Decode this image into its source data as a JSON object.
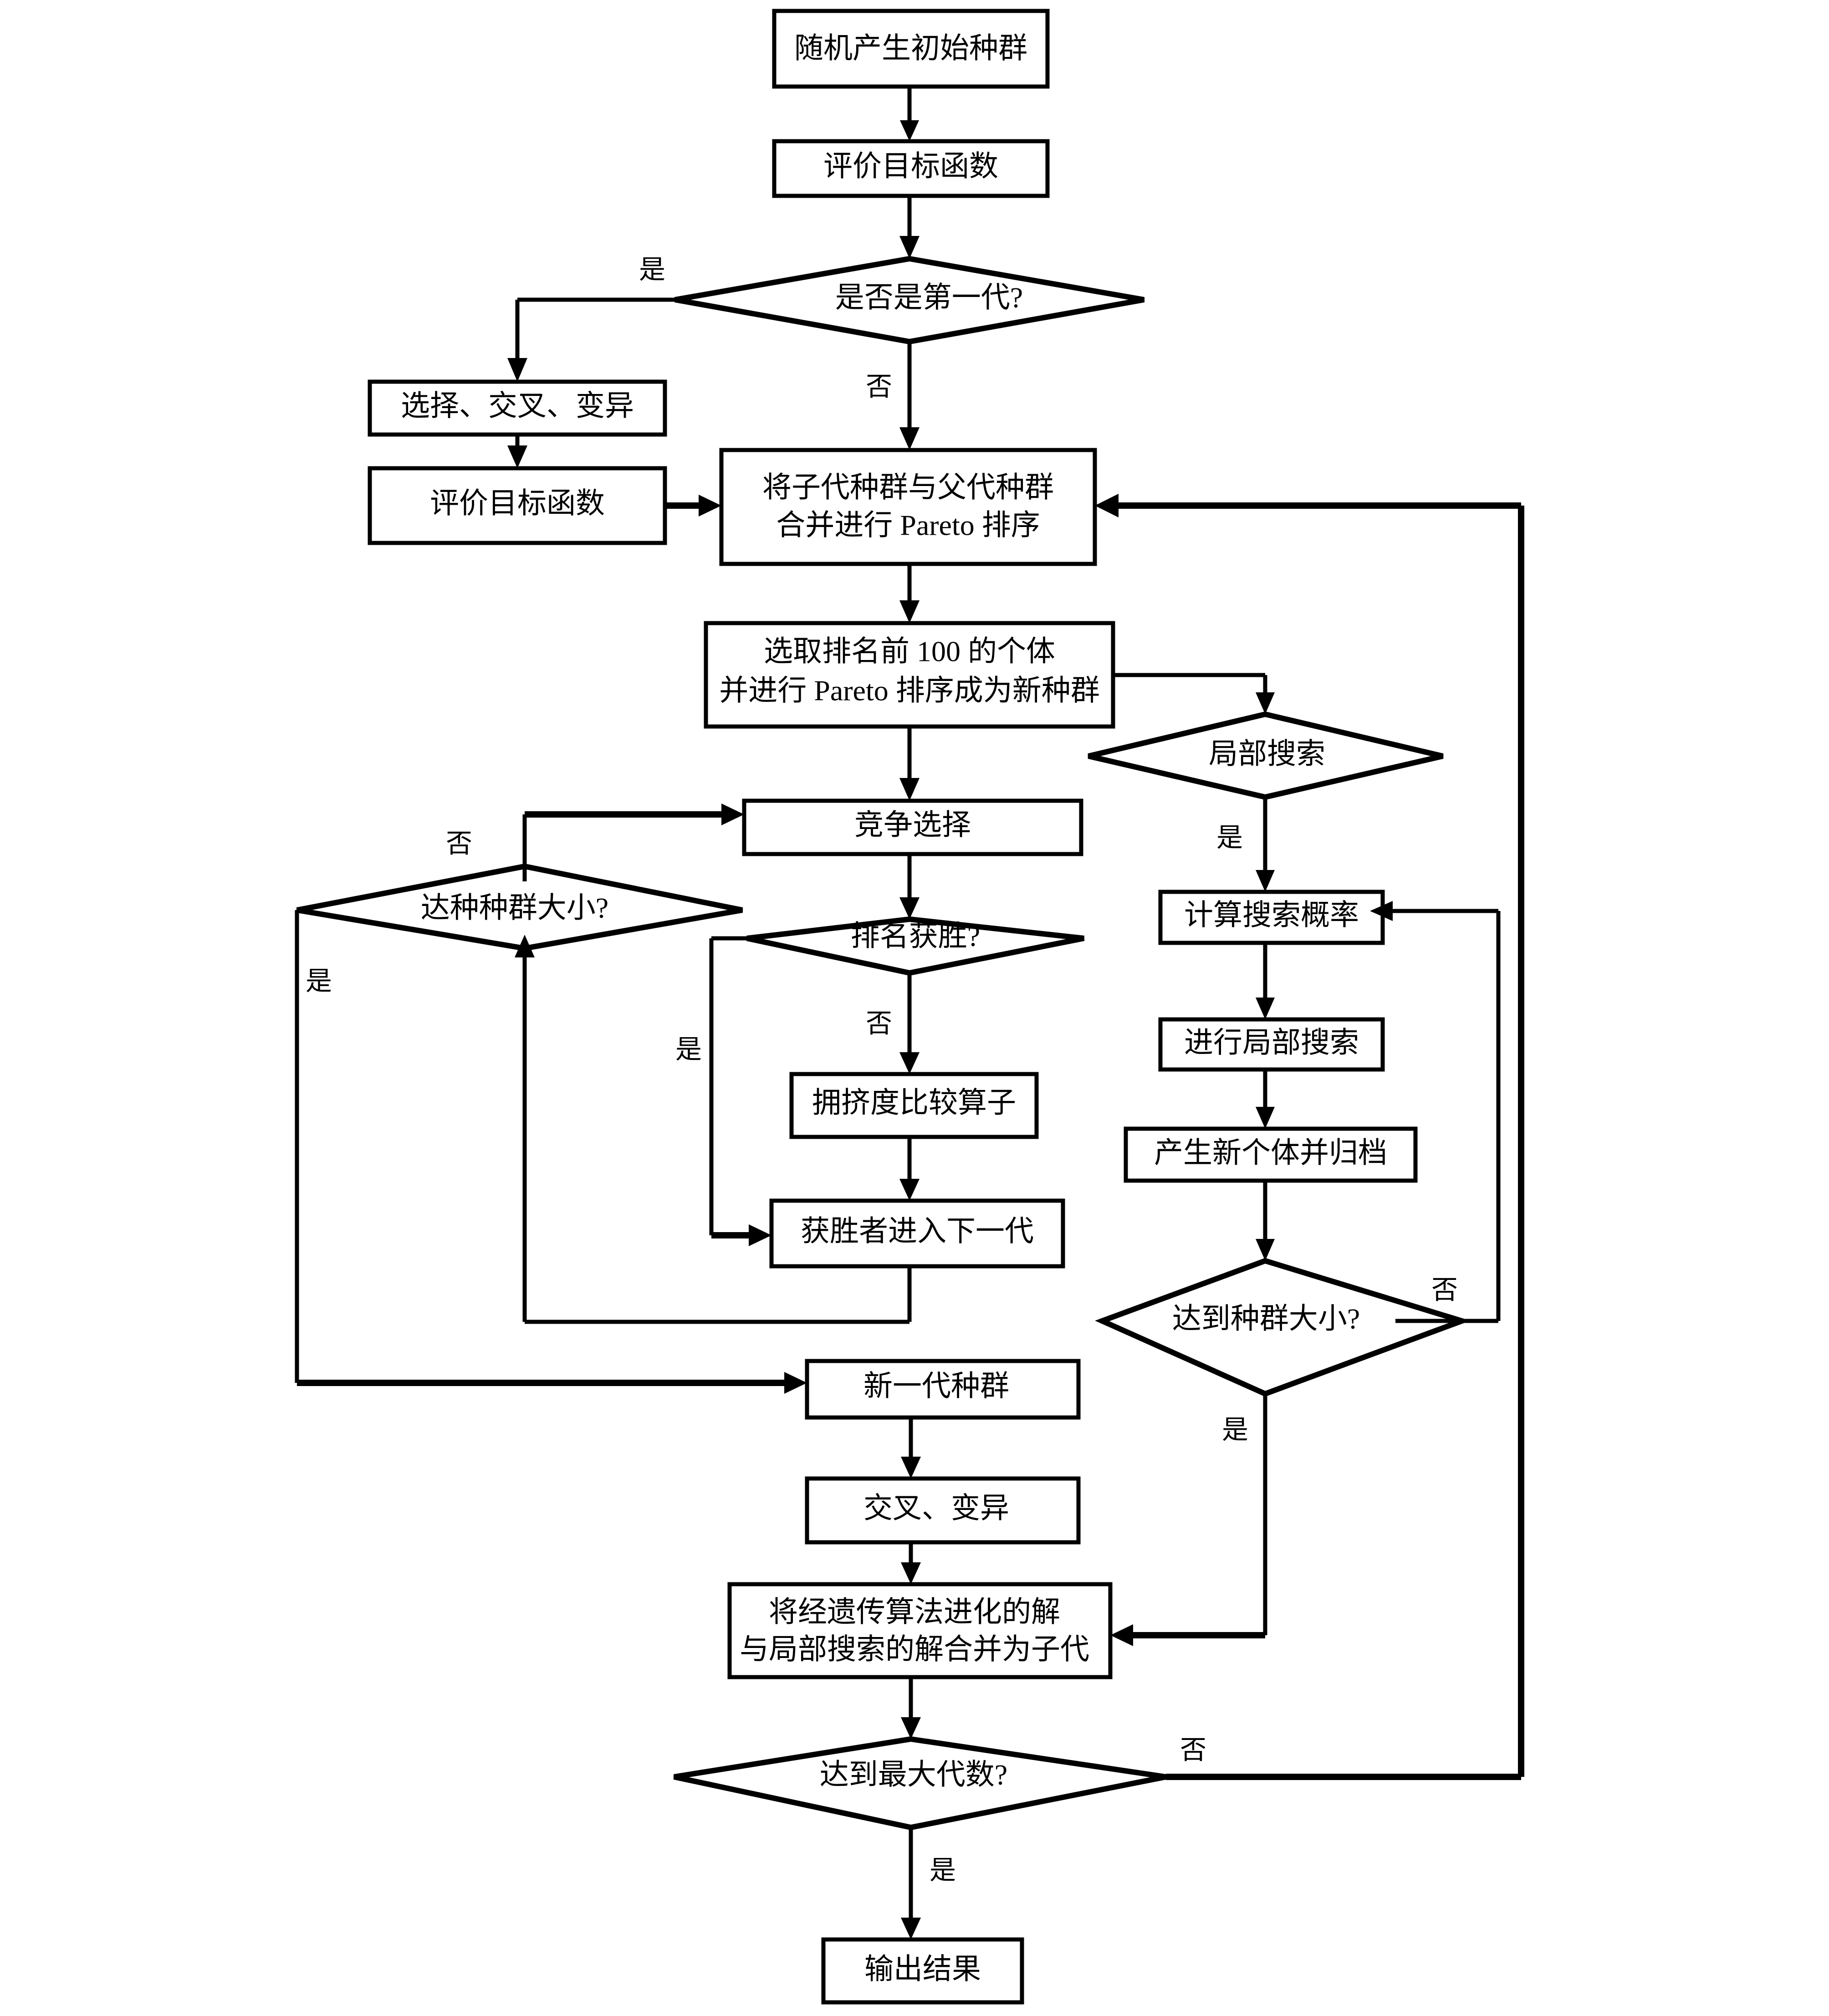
{
  "diagram": {
    "title": "多目标遗传算法与局部搜索混合流程图",
    "language": "zh-CN",
    "background_color": "#ffffff",
    "line_color": "#000000",
    "text_color": "#000000"
  },
  "nodes": {
    "init_population": {
      "label": "随机产生初始种群",
      "shape": "process"
    },
    "evaluate_objective_1": {
      "label": "评价目标函数",
      "shape": "process"
    },
    "is_first_generation": {
      "label": "是否是第一代?",
      "shape": "decision"
    },
    "select_cross_mutate": {
      "label": "选择、交叉、变异",
      "shape": "process"
    },
    "evaluate_objective_2": {
      "label": "评价目标函数",
      "shape": "process"
    },
    "merge_pareto_sort": {
      "label_line1": "将子代种群与父代种群",
      "label_line2": "合并进行 Pareto 排序",
      "shape": "process"
    },
    "select_top_100": {
      "label_line1": "选取排名前 100 的个体",
      "label_line2": "并进行 Pareto 排序成为新种群",
      "shape": "process"
    },
    "local_search_decision": {
      "label": "局部搜索",
      "shape": "decision"
    },
    "tournament_selection": {
      "label": "竞争选择",
      "shape": "process"
    },
    "reach_pop_size_left": {
      "label": "达种种群大小?",
      "shape": "decision"
    },
    "rank_win": {
      "label": "排名获胜?",
      "shape": "decision"
    },
    "crowding_distance": {
      "label": "拥挤度比较算子",
      "shape": "process"
    },
    "winner_next_gen": {
      "label": "获胜者进入下一代",
      "shape": "process"
    },
    "compute_search_prob": {
      "label": "计算搜索概率",
      "shape": "process"
    },
    "do_local_search": {
      "label": "进行局部搜索",
      "shape": "process"
    },
    "new_individual_archive": {
      "label": "产生新个体并归档",
      "shape": "process"
    },
    "reach_pop_size_right": {
      "label": "达到种群大小?",
      "shape": "decision"
    },
    "new_generation": {
      "label": "新一代种群",
      "shape": "process"
    },
    "cross_mutate": {
      "label": "交叉、变异",
      "shape": "process"
    },
    "merge_offspring": {
      "label_line1": "将经遗传算法进化的解",
      "label_line2": "与局部搜索的解合并为子代",
      "shape": "process"
    },
    "reach_max_gen": {
      "label": "达到最大代数?",
      "shape": "decision"
    },
    "output_result": {
      "label": "输出结果",
      "shape": "process"
    }
  },
  "edge_labels": {
    "first_gen_yes": "是",
    "first_gen_no": "否",
    "local_search_yes": "是",
    "pop_size_left_no": "否",
    "pop_size_left_yes": "是",
    "rank_win_yes": "是",
    "rank_win_no": "否",
    "pop_size_right_no": "否",
    "pop_size_right_yes": "是",
    "max_gen_no": "否",
    "max_gen_yes": "是"
  }
}
